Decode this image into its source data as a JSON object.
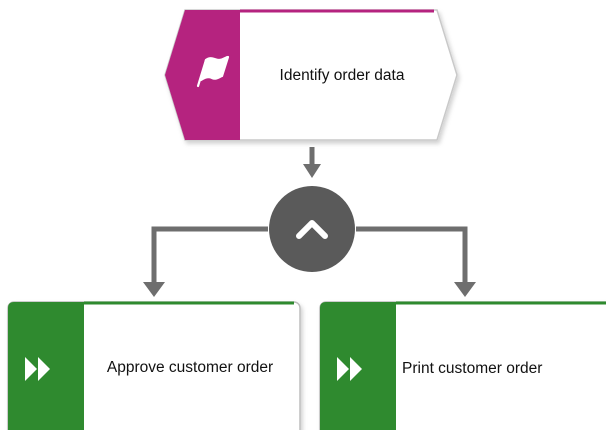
{
  "event": {
    "label": "Identify order data",
    "icon": "flag-icon",
    "color": "#b5237f"
  },
  "gateway": {
    "type": "AND",
    "icon": "caret-up-icon",
    "color": "#5a5a5a"
  },
  "functions": [
    {
      "label": "Approve customer order",
      "icon": "fast-forward-icon",
      "color": "#2f8a2f"
    },
    {
      "label": "Print customer order",
      "icon": "fast-forward-icon",
      "color": "#2f8a2f"
    }
  ],
  "connector_color": "#6e6e6e"
}
